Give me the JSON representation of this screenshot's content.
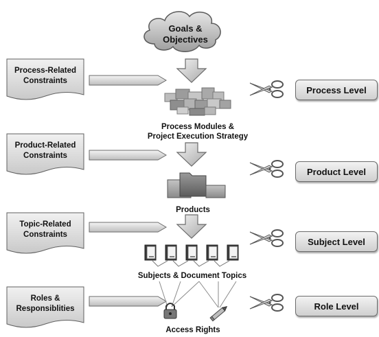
{
  "goal": {
    "line1": "Goals &",
    "line2": "Objectives"
  },
  "constraints": [
    {
      "line1": "Process-Related",
      "line2": "Constraints"
    },
    {
      "line1": "Product-Related",
      "line2": "Constraints"
    },
    {
      "line1": "Topic-Related",
      "line2": "Constraints"
    },
    {
      "line1": "Roles &",
      "line2": "Responsiblities"
    }
  ],
  "stages": [
    {
      "line1": "Process Modules &",
      "line2": "Project Execution Strategy"
    },
    {
      "line1": "Products",
      "line2": ""
    },
    {
      "line1": "Subjects & Document Topics",
      "line2": ""
    },
    {
      "line1": "Access Rights",
      "line2": ""
    }
  ],
  "levels": [
    "Process Level",
    "Product Level",
    "Subject Level",
    "Role Level"
  ],
  "icons": {
    "scissors": "scissors-icon",
    "cloud": "cloud-icon",
    "lock": "lock-icon",
    "pencil": "pencil-icon",
    "folder": "folder-icon",
    "document": "document-icon",
    "module_cubes": "cubes-icon"
  }
}
